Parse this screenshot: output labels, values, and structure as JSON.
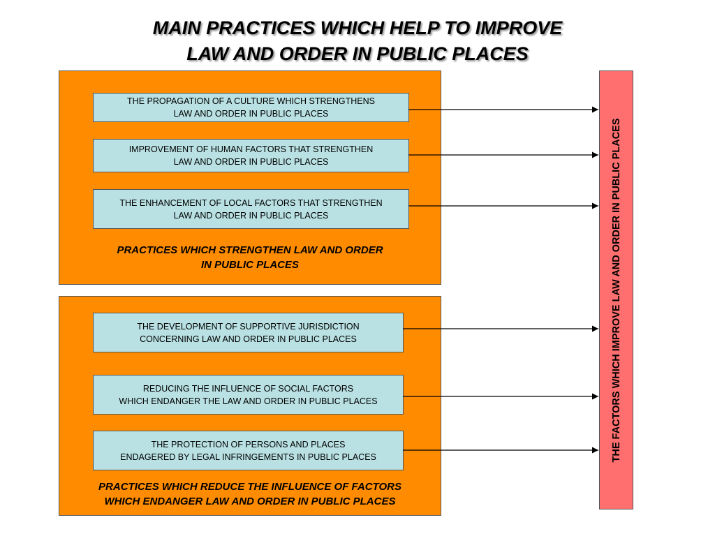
{
  "title": {
    "line1": "MAIN PRACTICES WHICH HELP TO IMPROVE",
    "line2": "LAW AND ORDER IN PUBLIC PLACES"
  },
  "groups": [
    {
      "caption1": "PRACTICES WHICH STRENGTHEN LAW AND ORDER",
      "caption2": "IN PUBLIC PLACES",
      "items": [
        {
          "line1": "THE PROPAGATION OF A CULTURE WHICH STRENGTHENS",
          "line2": "LAW AND ORDER IN PUBLIC PLACES"
        },
        {
          "line1": "IMPROVEMENT OF HUMAN FACTORS THAT STRENGTHEN",
          "line2": "LAW AND ORDER IN PUBLIC PLACES"
        },
        {
          "line1": "THE ENHANCEMENT OF LOCAL FACTORS THAT STRENGTHEN",
          "line2": "LAW AND ORDER IN PUBLIC PLACES"
        }
      ]
    },
    {
      "caption1": "PRACTICES WHICH  REDUCE THE INFLUENCE OF FACTORS",
      "caption2": "WHICH ENDANGER LAW AND ORDER IN  PUBLIC PLACES",
      "items": [
        {
          "line1": "THE DEVELOPMENT OF SUPPORTIVE JURISDICTION",
          "line2": "CONCERNING LAW AND ORDER IN PUBLIC PLACES"
        },
        {
          "line1": "REDUCING THE INFLUENCE OF SOCIAL FACTORS",
          "line2": "WHICH ENDANGER THE LAW AND ORDER IN PUBLIC PLACES"
        },
        {
          "line1": "THE PROTECTION OF PERSONS AND PLACES",
          "line2": "ENDAGERED BY LEGAL INFRINGEMENTS IN PUBLIC PLACES"
        }
      ]
    }
  ],
  "target": {
    "label": "THE FACTORS WHICH IMPROVE LAW AND ORDER IN PUBLIC PLACES"
  },
  "colors": {
    "group_fill": "#ff8c00",
    "box_fill": "#b9e1e3",
    "target_fill": "#ff6f6f"
  }
}
